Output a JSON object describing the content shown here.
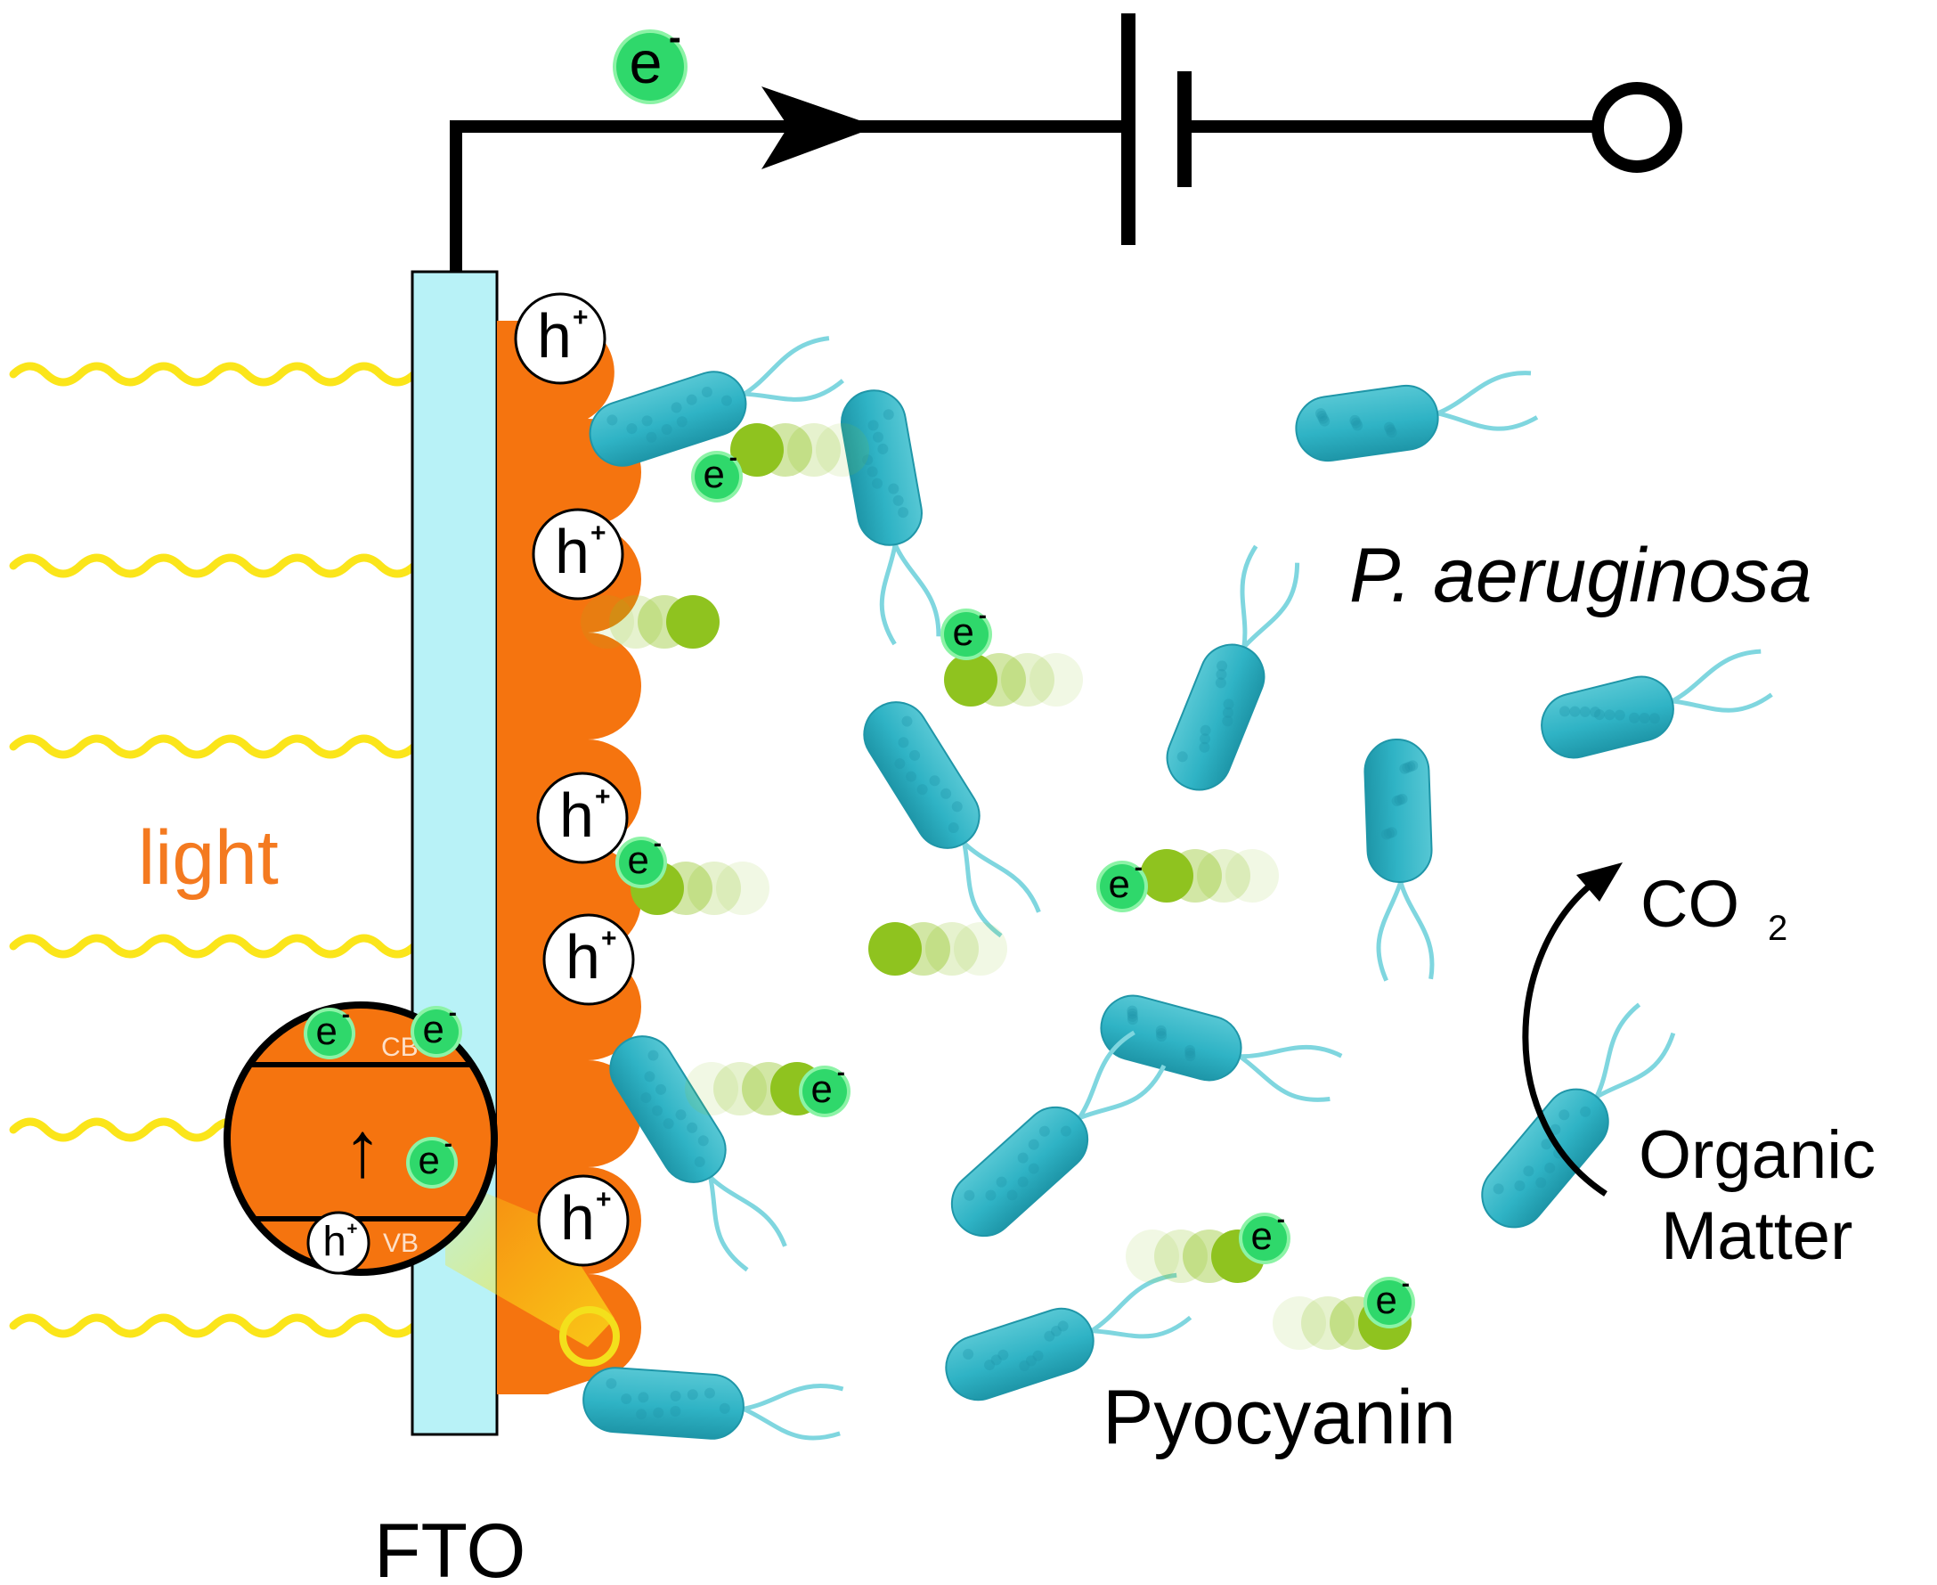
{
  "labels": {
    "electron_symbol": "e",
    "electron_charge": "-",
    "hole_symbol": "h",
    "hole_charge": "+",
    "light": "light",
    "fto": "FTO",
    "species": "P. aeruginosa",
    "co2_main": "CO",
    "co2_sub": "2",
    "organic_line1": "Organic",
    "organic_line2": "Matter",
    "pyocyanin": "Pyocyanin",
    "cb": "CB",
    "vb": "VB",
    "excitation_arrow": "↑"
  },
  "colors": {
    "circuit": "#000000",
    "fto_fill": "#b8f2f7",
    "semiconductor": "#f5740f",
    "light_wave": "#fbe51a",
    "light_text": "#f47a20",
    "electron_fill": "#2fd86b",
    "electron_glow": "#8cf3a6",
    "pyocyanin": "#8fc31f",
    "bacterium": "#2fb3c5",
    "bacterium_dark": "#1f96a8",
    "flagella": "#7fd6df",
    "highlight_ring": "#f3e01c"
  },
  "components": {
    "battery": "battery-symbol",
    "terminal": "open-circle-terminal",
    "current_arrow": "arrow-right-icon"
  }
}
